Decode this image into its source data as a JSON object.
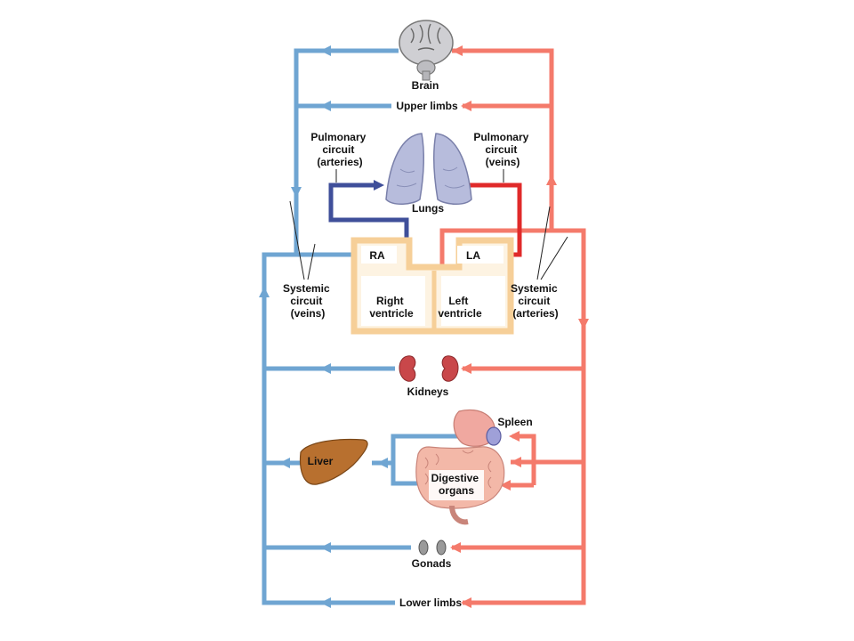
{
  "colors": {
    "vein": "#6fa5d2",
    "artery": "#f47a6b",
    "pulmonary_artery": "#3f4f9a",
    "pulmonary_vein": "#e02a2a",
    "heart_wall": "#f6cf98",
    "heart_fill": "#fbe6c6",
    "lungs": "#aab0d2",
    "kidney": "#c9474a",
    "liver": "#b8702f",
    "gonad": "#8c8c8c",
    "brain": "#c0c0c4"
  },
  "labels": {
    "brain": "Brain",
    "upper_limbs": "Upper limbs",
    "pulmonary_arteries": [
      "Pulmonary",
      "circuit",
      "(arteries)"
    ],
    "pulmonary_veins": [
      "Pulmonary",
      "circuit",
      "(veins)"
    ],
    "lungs": "Lungs",
    "ra": "RA",
    "la": "LA",
    "right_ventricle": [
      "Right",
      "ventricle"
    ],
    "left_ventricle": [
      "Left",
      "ventricle"
    ],
    "systemic_veins": [
      "Systemic",
      "circuit",
      "(veins)"
    ],
    "systemic_arteries": [
      "Systemic",
      "circuit",
      "(arteries)"
    ],
    "kidneys": "Kidneys",
    "spleen": "Spleen",
    "liver": "Liver",
    "digestive": [
      "Digestive",
      "organs"
    ],
    "gonads": "Gonads",
    "lower_limbs": "Lower limbs"
  }
}
